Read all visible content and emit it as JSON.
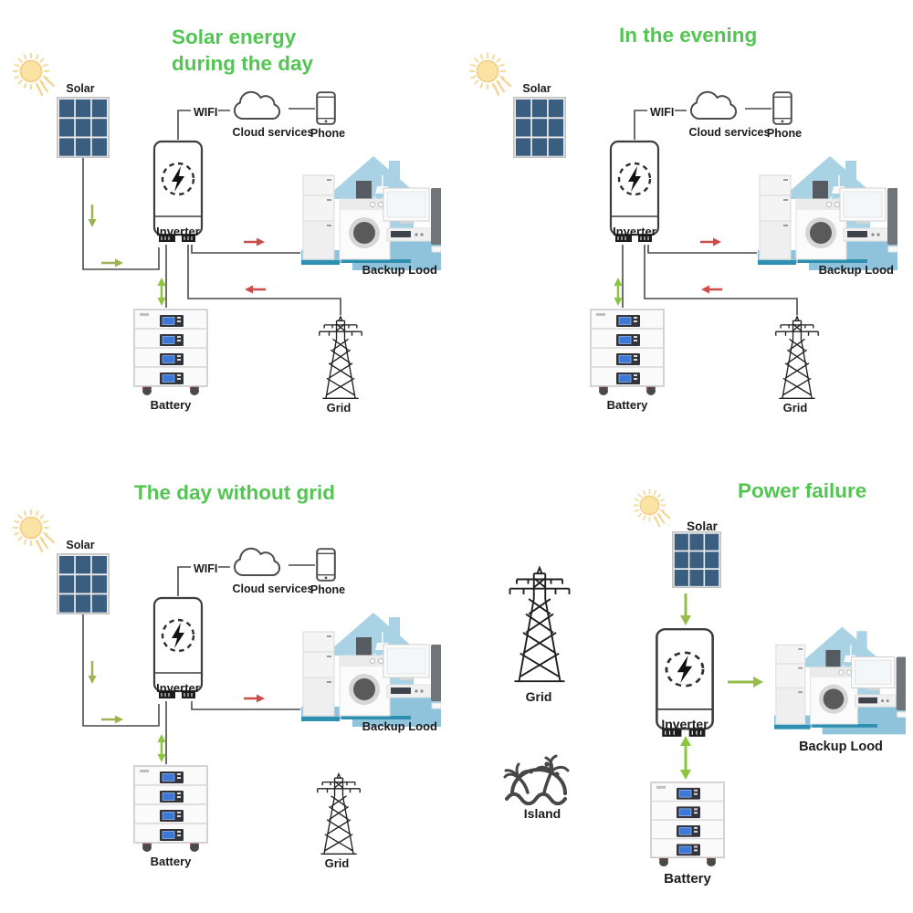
{
  "colors": {
    "title_green": "#53C553",
    "arrow_green": "#9BB255",
    "arrow_green_bright": "#8CC63F",
    "arrow_red": "#CB4D4A",
    "solar_cell_blue": "#3A5E80",
    "house_blue": "#A9D2E4",
    "floor_blue": "#8FC2DB",
    "floor_teal": "#2E8FB0",
    "sun_yellow": "#FBE3A3",
    "wire_gray": "#4A4A4A"
  },
  "labels": {
    "solar": "Solar",
    "wifi": "WIFI",
    "cloud_services": "Cloud services",
    "phone": "Phone",
    "inverter": "Inverter",
    "backup_load": "Backup Lood",
    "battery": "Battery",
    "grid": "Grid",
    "island": "Island"
  },
  "scenarios": [
    {
      "id": "solar-day",
      "title_lines": [
        "Solar energy",
        "during the day"
      ],
      "components": [
        "sun",
        "solar-panel",
        "wifi-cloud-phone",
        "inverter",
        "battery",
        "backup-load-house",
        "grid-tower"
      ],
      "flows": [
        "solar→inverter (green)",
        "inverter↔battery (green)",
        "inverter→backup-load (red)",
        "grid→inverter (red)"
      ]
    },
    {
      "id": "evening",
      "title_lines": [
        "In the evening"
      ],
      "components": [
        "sun",
        "solar-panel",
        "wifi-cloud-phone",
        "inverter",
        "battery",
        "backup-load-house",
        "grid-tower"
      ],
      "flows": [
        "inverter↔battery (green)",
        "inverter→backup-load (red)",
        "grid→inverter (red)"
      ],
      "disconnected": [
        "solar-panel"
      ]
    },
    {
      "id": "day-without-grid",
      "title_lines": [
        "The day without grid"
      ],
      "components": [
        "sun",
        "solar-panel",
        "wifi-cloud-phone",
        "inverter",
        "battery",
        "backup-load-house",
        "grid-tower"
      ],
      "flows": [
        "solar→inverter (green)",
        "inverter↔battery (green)",
        "inverter→backup-load (red)"
      ],
      "disconnected": [
        "grid-tower"
      ]
    },
    {
      "id": "power-failure",
      "title_lines": [
        "Power failure"
      ],
      "components": [
        "grid-tower",
        "island",
        "sun",
        "solar-panel",
        "inverter",
        "battery",
        "backup-load-house"
      ],
      "flows": [
        "solar→inverter (green)",
        "inverter→backup-load (green)",
        "inverter↔battery (green)"
      ],
      "disconnected": [
        "grid-tower"
      ]
    }
  ]
}
